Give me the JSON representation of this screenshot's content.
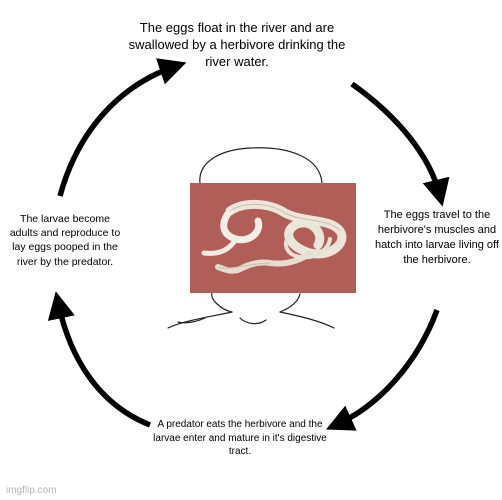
{
  "diagram": {
    "steps": {
      "top": "The eggs float in the river and are swallowed by a herbivore drinking the river water.",
      "right": "The eggs travel to the herbivore's muscles and hatch into larvae living off the herbivore.",
      "bottom": "A predator eats the herbivore and the larvae enter and mature in it's digestive tract.",
      "left": "The larvae become adults and reproduce to lay eggs pooped in the river by the predator."
    },
    "center_image": "tapeworm-photo",
    "center_figure": "wojak-head-outline",
    "arrow_color": "#000000",
    "photo_background": "#b8655f"
  },
  "watermark": {
    "text": "imgflip.com"
  }
}
